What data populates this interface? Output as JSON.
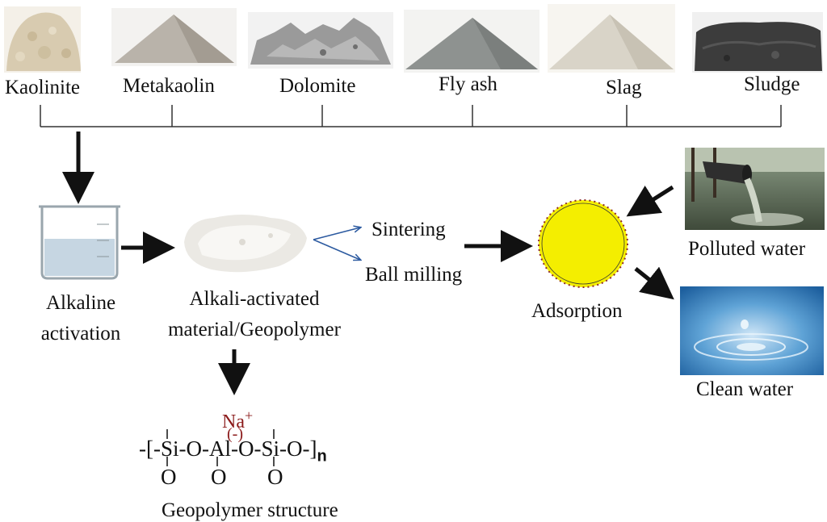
{
  "raw_materials": [
    {
      "label": "Kaolinite",
      "icon": "kaolinite-powder-icon",
      "color": "#d8cbb0"
    },
    {
      "label": "Metakaolin",
      "icon": "metakaolin-powder-icon",
      "color": "#b9b3aa"
    },
    {
      "label": "Dolomite",
      "icon": "dolomite-powder-icon",
      "color": "#9a9a9a"
    },
    {
      "label": "Fly ash",
      "icon": "fly-ash-powder-icon",
      "color": "#8e9290"
    },
    {
      "label": "Slag",
      "icon": "slag-powder-icon",
      "color": "#d9d4c8"
    },
    {
      "label": "Sludge",
      "icon": "sludge-powder-icon",
      "color": "#3c3c3c"
    }
  ],
  "process": {
    "alkaline_line1": "Alkaline",
    "alkaline_line2": "activation",
    "aam_line1": "Alkali-activated",
    "aam_line2": "material/Geopolymer",
    "sintering": "Sintering",
    "ball_milling": "Ball milling",
    "adsorption": "Adsorption",
    "polluted_water": "Polluted water",
    "clean_water": "Clean water"
  },
  "structure": {
    "cation": "Na",
    "cation_charge": "+",
    "anion_charge": "(-)",
    "chain": "-[-Si-O-Al-O-Si-O-]",
    "subscript": "n",
    "oxygens": [
      "O",
      "O",
      "O"
    ],
    "caption": "Geopolymer structure"
  },
  "colors": {
    "adsorbent_fill": "#f4ee00",
    "adsorbent_dots": "#8b2a2a",
    "arrow": "#111111",
    "thin_arrow": "#2c5aa0",
    "cation_text": "#8b1a1a"
  }
}
